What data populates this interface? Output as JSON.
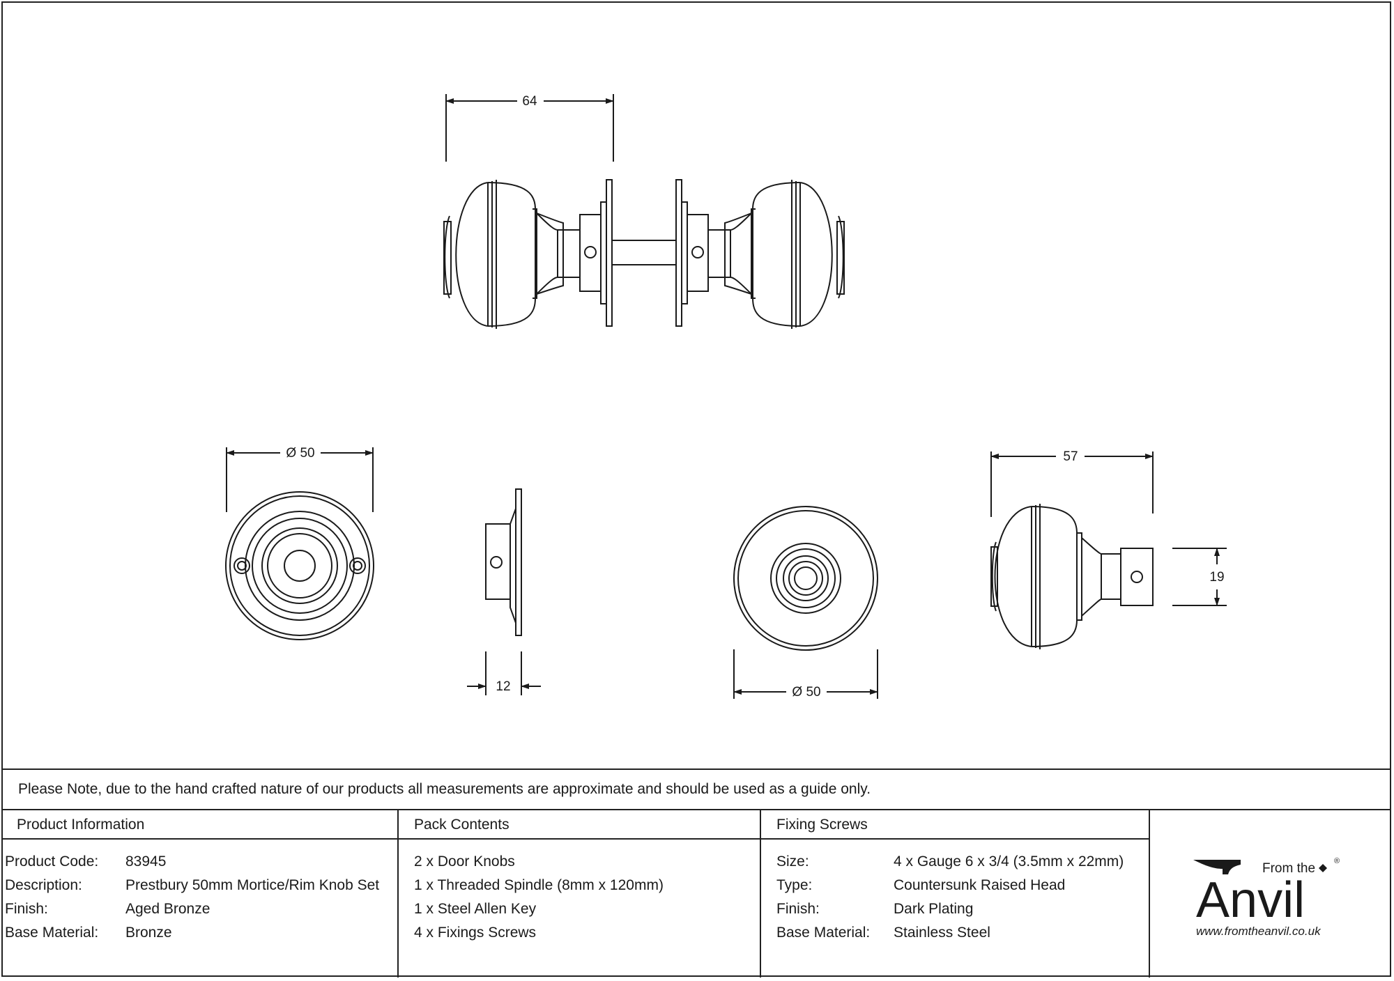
{
  "dimensions": {
    "top_width": "64",
    "rose_diameter": "Ø 50",
    "rose_depth": "12",
    "knob_diameter": "Ø 50",
    "knob_length": "57",
    "neck_height": "19"
  },
  "note": "Please Note, due to the hand crafted nature of our products all measurements are approximate and should be used as a guide only.",
  "product_information": {
    "heading": "Product Information",
    "rows": [
      {
        "label": "Product Code:",
        "value": "83945"
      },
      {
        "label": "Description:",
        "value": "Prestbury 50mm Mortice/Rim Knob Set"
      },
      {
        "label": "Finish:",
        "value": "Aged Bronze"
      },
      {
        "label": "Base Material:",
        "value": "Bronze"
      }
    ]
  },
  "pack_contents": {
    "heading": "Pack Contents",
    "items": [
      "2 x Door Knobs",
      "1 x Threaded Spindle (8mm x 120mm)",
      "1 x Steel Allen Key",
      "4 x Fixings Screws"
    ]
  },
  "fixing_screws": {
    "heading": "Fixing Screws",
    "rows": [
      {
        "label": "Size:",
        "value": "4 x Gauge 6 x 3/4 (3.5mm x 22mm)"
      },
      {
        "label": "Type:",
        "value": "Countersunk Raised Head"
      },
      {
        "label": "Finish:",
        "value": "Dark Plating"
      },
      {
        "label": "Base Material:",
        "value": "Stainless Steel"
      }
    ]
  },
  "logo": {
    "from_the": "From the",
    "brand": "Anvil",
    "registered": "®",
    "url": "www.fromtheanvil.co.uk"
  }
}
